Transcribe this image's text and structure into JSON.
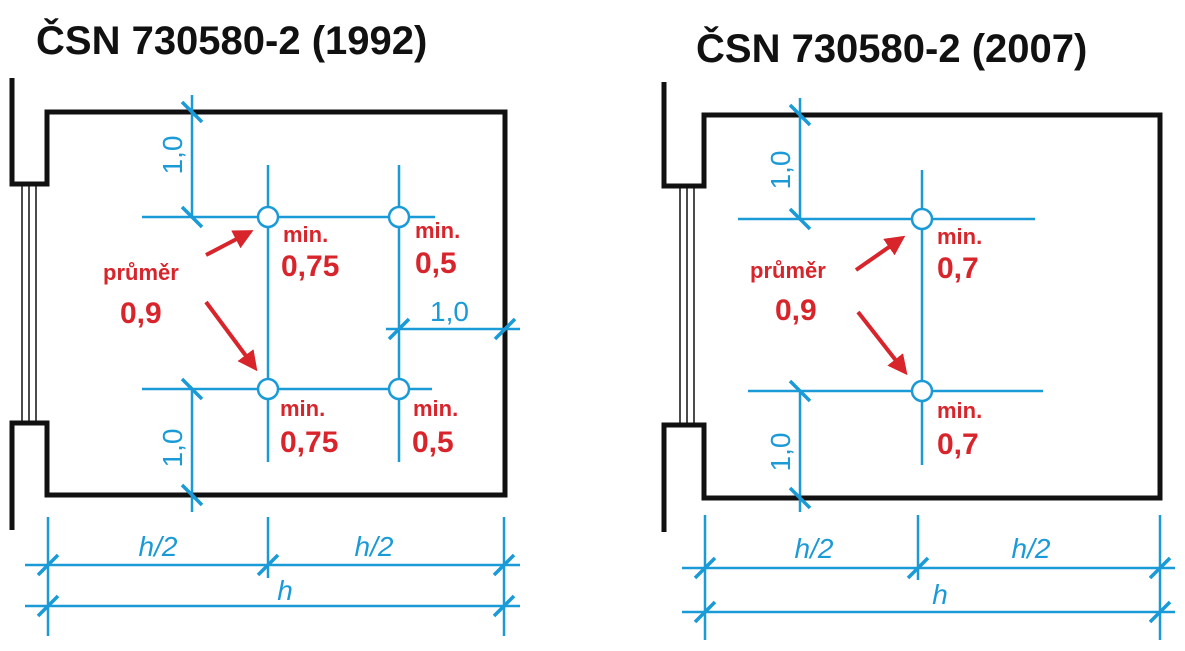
{
  "left": {
    "title": "ČSN 730580-2 (1992)",
    "dim_top": "1,0",
    "dim_bottom": "1,0",
    "dim_right": "1,0",
    "half_left": "h/2",
    "half_right": "h/2",
    "whole": "h",
    "points": [
      {
        "min_label": "min.",
        "value": "0,75"
      },
      {
        "min_label": "min.",
        "value": "0,5"
      },
      {
        "min_label": "min.",
        "value": "0,75"
      },
      {
        "min_label": "min.",
        "value": "0,5"
      }
    ],
    "average_label": "průměr",
    "average_value": "0,9"
  },
  "right": {
    "title": "ČSN 730580-2 (2007)",
    "dim_top": "1,0",
    "dim_bottom": "1,0",
    "half_left": "h/2",
    "half_right": "h/2",
    "whole": "h",
    "points": [
      {
        "min_label": "min.",
        "value": "0,7"
      },
      {
        "min_label": "min.",
        "value": "0,7"
      }
    ],
    "average_label": "průměr",
    "average_value": "0,9"
  },
  "colors": {
    "dimension": "#1a9ad6",
    "highlight": "#d8242b",
    "wall": "#111111"
  }
}
